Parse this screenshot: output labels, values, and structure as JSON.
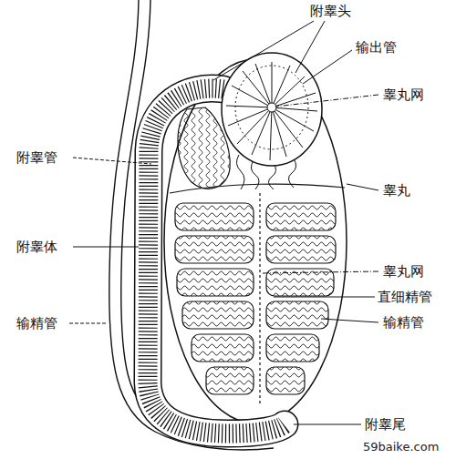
{
  "diagram": {
    "labels": [
      "附睾头",
      "输出管",
      "睾丸网",
      "睾丸",
      "附睾管",
      "附睾体",
      "睾丸网",
      "直细精管",
      "输精管",
      "输精管",
      "附睾尾",
      "59baike.com"
    ]
  }
}
